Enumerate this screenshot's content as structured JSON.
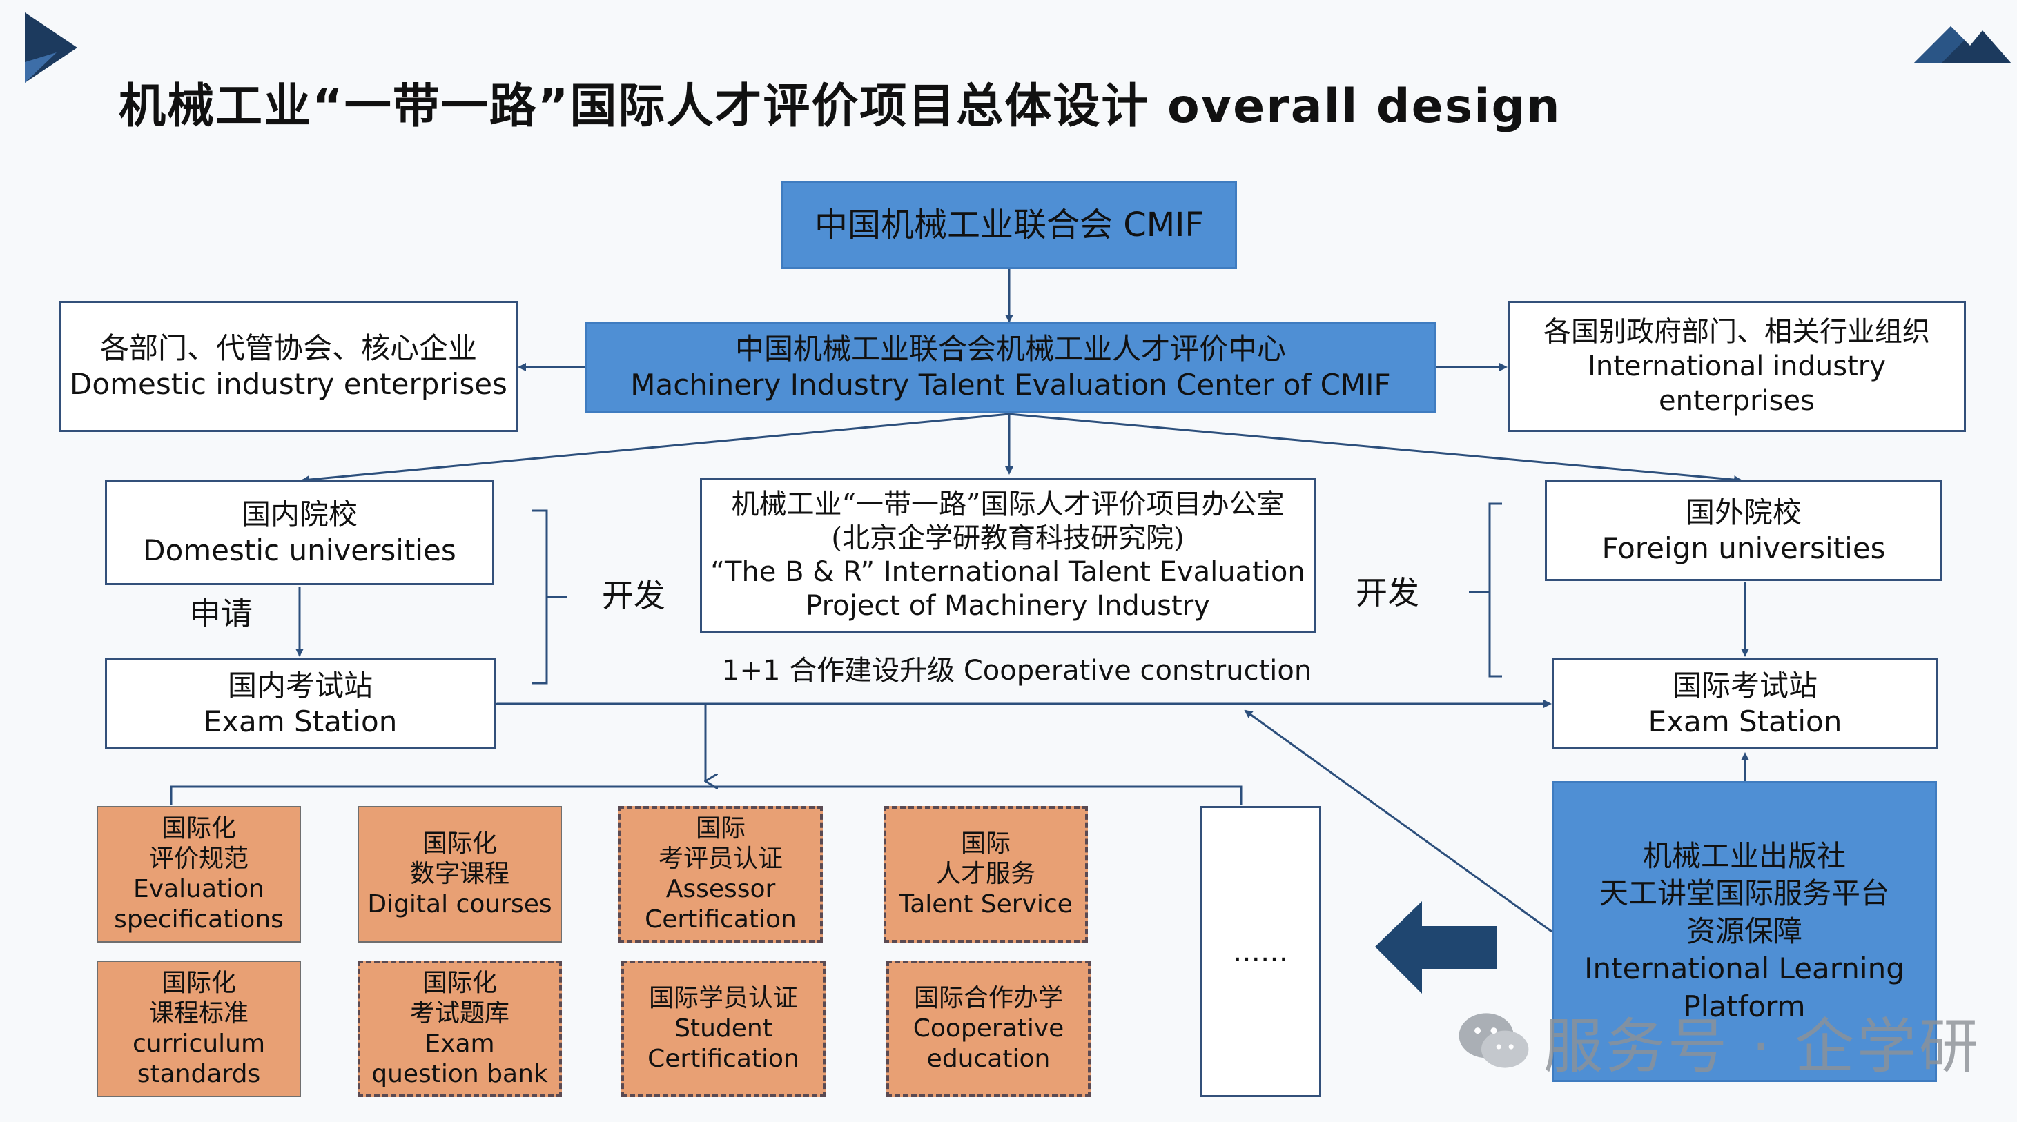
{
  "title": "机械工业“一带一路”国际人才评价项目总体设计 overall design",
  "top_node": "中国机械工业联合会 CMIF",
  "center_node": {
    "line1": "中国机械工业联合会机械工业人才评价中心",
    "line2": "Machinery Industry Talent Evaluation Center of CMIF"
  },
  "left_org": {
    "line1": "各部门、代管协会、核心企业",
    "line2": "Domestic industry enterprises"
  },
  "right_org": {
    "line1": "各国别政府部门、相关行业组织",
    "line2": "International industry",
    "line3": "enterprises"
  },
  "domestic_universities": {
    "cn": "国内院校",
    "en": "Domestic universities"
  },
  "foreign_universities": {
    "cn": "国外院校",
    "en": "Foreign universities"
  },
  "domestic_exam_station": {
    "cn": "国内考试站",
    "en": "Exam Station"
  },
  "international_exam_station": {
    "cn": "国际考试站",
    "en": "Exam Station"
  },
  "project_office": {
    "line1": "机械工业“一带一路”国际人才评价项目办公室",
    "line2": "(北京企学研教育科技研究院)",
    "line3": "“The B & R”   International Talent Evaluation",
    "line4": "Project of  Machinery  Industry"
  },
  "labels": {
    "apply": "申请",
    "develop_left": "开发",
    "develop_right": "开发",
    "cooperation": "1+1 合作建设升级 Cooperative construction"
  },
  "services": [
    {
      "l1": "国际化",
      "l2": "评价规范",
      "l3": "Evaluation",
      "l4": "specifications"
    },
    {
      "l1": "国际化",
      "l2": "数字课程",
      "l3": "Digital courses"
    },
    {
      "l1": "国际",
      "l2": "考评员认证",
      "l3": "Assessor",
      "l4": "Certification"
    },
    {
      "l1": "国际",
      "l2": "人才服务",
      "l3": "Talent Service"
    },
    {
      "l1": "国际化",
      "l2": "课程标准",
      "l3": "curriculum",
      "l4": "standards"
    },
    {
      "l1": "国际化",
      "l2": "考试题库",
      "l3": "Exam",
      "l4": "question bank"
    },
    {
      "l1": "国际学员认证",
      "l2": "Student",
      "l3": "Certification"
    },
    {
      "l1": "国际合作办学",
      "l2": "Cooperative",
      "l3": "education"
    }
  ],
  "more": "......",
  "platform": {
    "line1": "机械工业出版社",
    "line2": "天工讲堂国际服务平台",
    "line3": "资源保障",
    "line4": "International Learning",
    "line5": "Platform"
  },
  "watermark": "服务号 · 企学研",
  "colors": {
    "blue_box": "#4f8fd4",
    "orange_box": "#e8a074",
    "navy": "#1c3a5e",
    "arrow_line": "#2c4f7c"
  }
}
